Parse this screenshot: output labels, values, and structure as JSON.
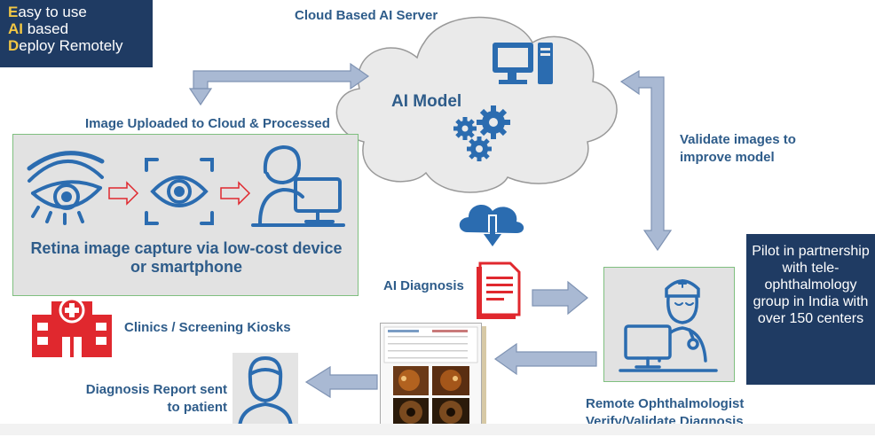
{
  "tagline": {
    "line1_initial": "E",
    "line1_rest": "asy to use",
    "line2_initial": "AI",
    "line2_rest": " based",
    "line3_initial": "D",
    "line3_rest": "eploy Remotely"
  },
  "cloud": {
    "title": "Cloud Based AI Server",
    "model_label": "AI Model"
  },
  "labels": {
    "uploaded": "Image Uploaded to Cloud & Processed",
    "validate": "Validate images to improve model",
    "ai_diagnosis": "AI Diagnosis",
    "clinics": "Clinics / Screening Kiosks",
    "report_sent": "Diagnosis Report sent to patient",
    "ophthalmologist": "Remote Ophthalmologist Verify/Validate Diagnosis"
  },
  "capture": {
    "caption": "Retina image capture via low-cost device or smartphone"
  },
  "pilot": {
    "text": "Pilot in partnership with tele-ophthalmology group in India with over 150 centers"
  },
  "colors": {
    "navy": "#1f3b63",
    "label_blue": "#2e5c8a",
    "highlight": "#f2c744",
    "icon_blue": "#2b6cb0",
    "icon_red": "#e0282e",
    "arrow_fill": "#a9b9d3",
    "arrow_stroke": "#7f93b3",
    "panel_border": "#7fbf7f",
    "cloud_fill": "#eaeaea"
  }
}
